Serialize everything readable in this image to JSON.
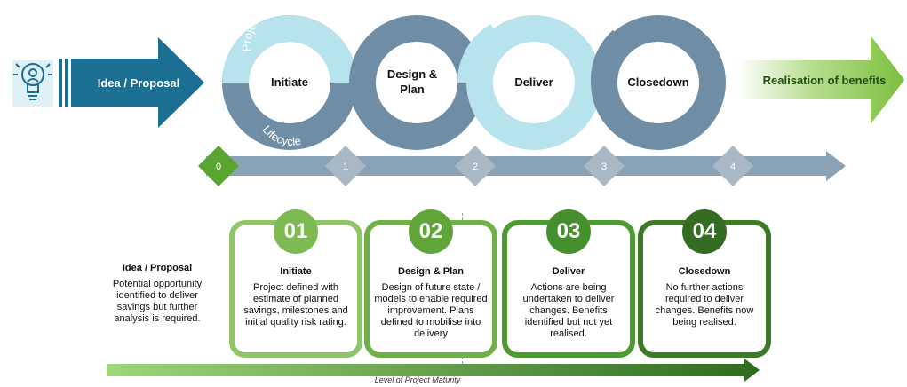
{
  "header": {
    "idea_label": "Idea / Proposal",
    "realisation_label": "Realisation of benefits",
    "project_controls": "Project Controls",
    "lifecycle": "Lifecycle",
    "phases": [
      "Initiate",
      "Design &",
      "Plan",
      "Deliver",
      "Closedown"
    ]
  },
  "timeline": {
    "markers": [
      "0",
      "1",
      "2",
      "3",
      "4"
    ]
  },
  "idea": {
    "title": "Idea / Proposal",
    "description": "Potential opportunity identified to deliver savings but further analysis is required."
  },
  "stages": [
    {
      "number": "01",
      "title": "Initiate",
      "description": "Project defined with estimate of planned savings, milestones and initial quality risk rating."
    },
    {
      "number": "02",
      "title": "Design & Plan",
      "description": "Design of future state / models to enable required improvement.  Plans defined to mobilise into delivery"
    },
    {
      "number": "03",
      "title": "Deliver",
      "description": "Actions are being undertaken to deliver changes. Benefits identified but not yet realised."
    },
    {
      "number": "04",
      "title": "Closedown",
      "description": "No further actions required to deliver changes. Benefits now being realised."
    }
  ],
  "maturity_label": "Level of Project Maturity",
  "colors": {
    "blue_arrow": "#1b6f93",
    "dark_ring": "#6f8ea6",
    "light_ring": "#b7e3ec",
    "green": "#4e9b33",
    "green_dark": "#3c7a27"
  }
}
